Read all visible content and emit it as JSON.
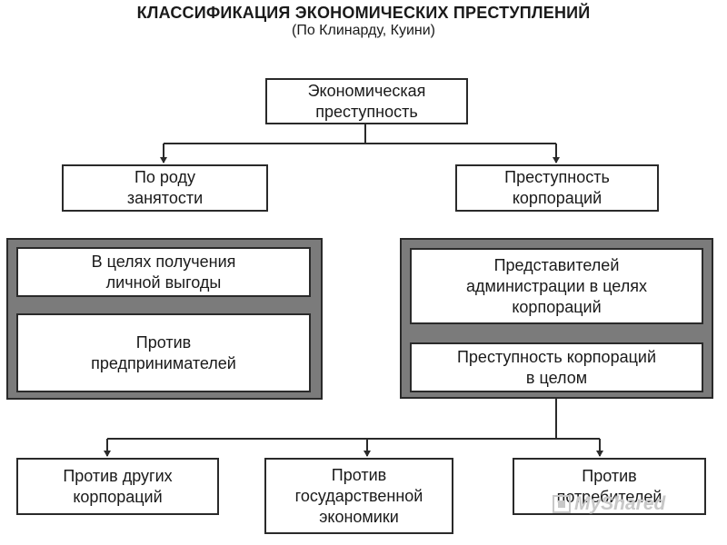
{
  "header": {
    "title": "КЛАССИФИКАЦИЯ ЭКОНОМИЧЕСКИХ ПРЕСТУПЛЕНИЙ",
    "subtitle": "(По Клинарду, Куини)"
  },
  "nodes": {
    "root": "Экономическая\nпреступность",
    "occupation": "По роду\nзанятости",
    "corporate": "Преступность\nкорпораций",
    "personal_gain": "В целях получения\nличной выгоды",
    "against_entrepreneurs": "Против\nпредпринимателей",
    "administration": "Представителей\nадминистрации в целях\nкорпораций",
    "corporate_whole": "Преступность корпораций\nв целом",
    "against_corporations": "Против других\nкорпораций",
    "against_state": "Против\nгосударственной\nэкономики",
    "against_consumers": "Против\nпотребителей"
  },
  "watermark": {
    "text": "MyShared"
  },
  "colors": {
    "box_fill": "#ffffff",
    "group_fill": "#7b7b7b",
    "line": "#2a2a2a"
  }
}
